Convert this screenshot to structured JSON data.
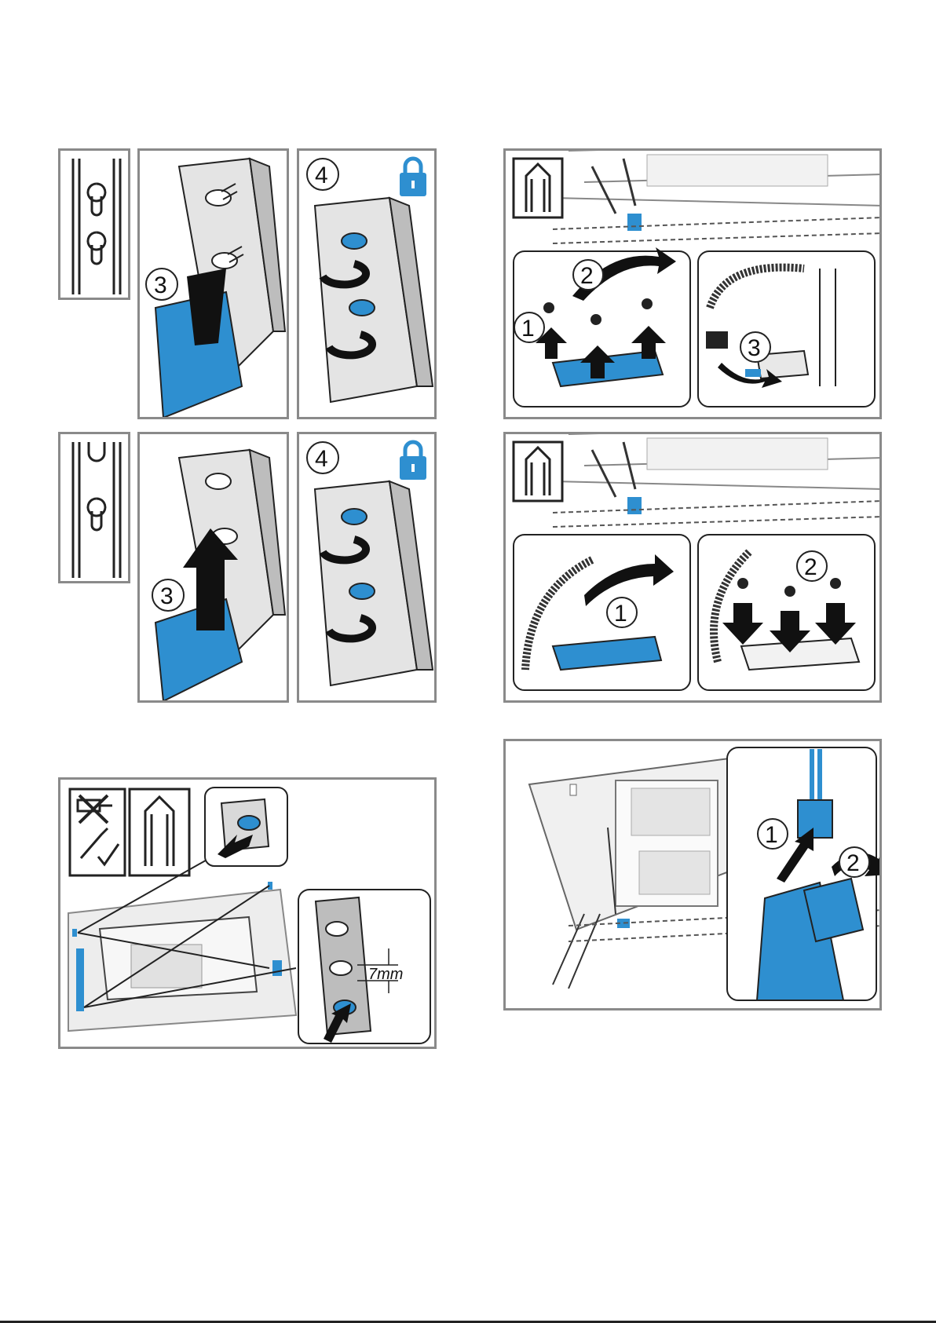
{
  "steps": {
    "step_1": "1",
    "step_2": "2",
    "step_3": "3",
    "step_4": "4"
  },
  "measurement": {
    "value": "7",
    "unit": "mm"
  },
  "colors": {
    "accent_blue": "#2e8fd0",
    "frame_gray": "#8a8a8a",
    "metal_gray": "#d9d9d9"
  },
  "icons": [
    "keyhole-rail-icon",
    "slot-rail-icon",
    "lock-icon",
    "hood-profile-icon",
    "no-drill-icon",
    "screwdriver-check-icon"
  ]
}
